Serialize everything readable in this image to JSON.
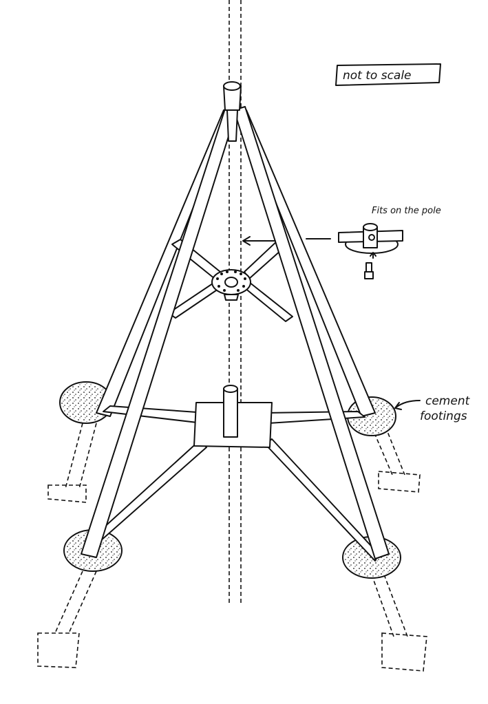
{
  "labels": {
    "scale_note": "not to scale",
    "detail_note": "Fits on the pole",
    "footings_line1": "cement",
    "footings_line2": "footings"
  },
  "colors": {
    "ink": "#111111",
    "paper": "#ffffff"
  }
}
